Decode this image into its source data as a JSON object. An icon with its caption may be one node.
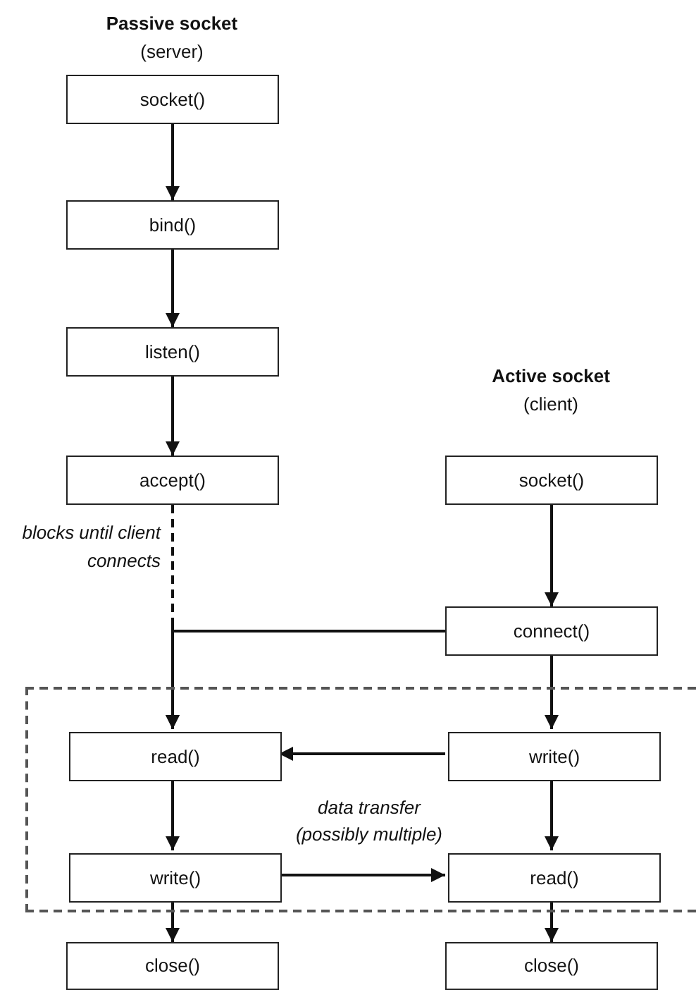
{
  "diagram": {
    "nodes": [
      {
        "text": [
          "socket()"
        ]
      },
      {
        "text": [
          "bind()"
        ]
      },
      {
        "text": [
          "listen()"
        ]
      },
      {
        "text": [
          "accept()"
        ]
      },
      {
        "text": [
          "socket()"
        ]
      },
      {
        "text": [
          "connect()"
        ]
      },
      {
        "text": [],
        "shape": "box"
      },
      {
        "text": [
          "read()"
        ],
        "in": 6
      },
      {
        "text": [
          "write()"
        ],
        "in": 6
      },
      {
        "text": [
          "write()"
        ],
        "in": 6
      },
      {
        "text": [
          "read()"
        ],
        "in": 6
      },
      {
        "text": [
          "close()"
        ]
      },
      {
        "text": [
          "close()"
        ]
      }
    ],
    "edges": [
      {
        "from": 0,
        "to": 1,
        "arrow": "to"
      },
      {
        "from": 1,
        "to": 2,
        "arrow": "to"
      },
      {
        "from": 2,
        "to": 3,
        "arrow": "to"
      },
      {
        "from": 3,
        "to": 7,
        "arrow": "to",
        "style": "dashed"
      },
      {
        "from": 4,
        "to": 5,
        "arrow": "to"
      },
      {
        "from": 5,
        "to": 7,
        "arrow": "to"
      },
      {
        "from": 5,
        "to": 8,
        "arrow": "to"
      },
      {
        "from": 8,
        "to": 7,
        "arrow": "to"
      },
      {
        "from": 7,
        "to": 9,
        "arrow": "to"
      },
      {
        "from": 8,
        "to": 10,
        "arrow": "to"
      },
      {
        "from": 9,
        "to": 10,
        "arrow": "to"
      },
      {
        "from": 9,
        "to": 11,
        "arrow": "to"
      },
      {
        "from": 10,
        "to": 12,
        "arrow": "to"
      }
    ],
    "labels": [
      "Passive socket",
      "(server)",
      "Active socket",
      "(client)",
      "blocks until client connects",
      "data transfer (possibly multiple)"
    ]
  }
}
